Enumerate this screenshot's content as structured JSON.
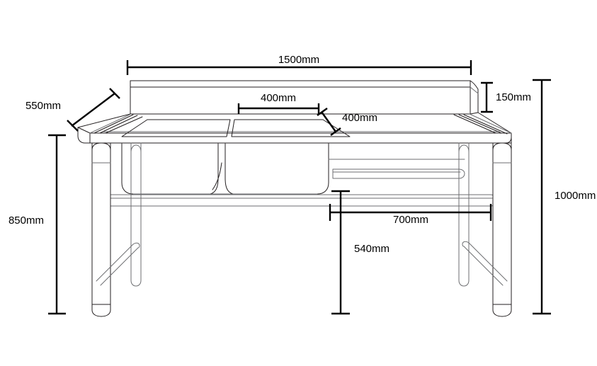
{
  "drawing": {
    "title": "Double bowl commercial sink bench dimension drawing",
    "units": "mm",
    "view": "front-perspective-technical-elevation",
    "background_color": "#ffffff",
    "line_color": "#231f20",
    "secondary_line_color": "#6d6e71",
    "dimension_color": "#000000"
  },
  "dimensions": {
    "overall_length": {
      "label": "1500mm",
      "value": 1500,
      "orientation": "horizontal",
      "position": "top"
    },
    "overall_depth": {
      "label": "550mm",
      "value": 550,
      "orientation": "diagonal",
      "position": "top-left"
    },
    "bowl_width": {
      "label": "400mm",
      "value": 400,
      "orientation": "horizontal",
      "position": "top-center"
    },
    "bowl_depth": {
      "label": "400mm",
      "value": 400,
      "orientation": "diagonal",
      "position": "center"
    },
    "splashback_height": {
      "label": "150mm",
      "value": 150,
      "orientation": "vertical",
      "position": "top-right"
    },
    "overall_height": {
      "label": "1000mm",
      "value": 1000,
      "orientation": "vertical",
      "position": "far-right"
    },
    "bench_height": {
      "label": "850mm",
      "value": 850,
      "orientation": "vertical",
      "position": "far-left"
    },
    "undershelf_span": {
      "label": "700mm",
      "value": 700,
      "orientation": "horizontal",
      "position": "lower-center"
    },
    "undershelf_height": {
      "label": "540mm",
      "value": 540,
      "orientation": "vertical",
      "position": "lower-center"
    }
  },
  "parts": {
    "splashback": "splashback",
    "bench_top": "bench-top",
    "left_bowl": "left-bowl",
    "right_bowl": "right-bowl",
    "bowl_divider": "bowl-divider",
    "front_rail": "front-rail",
    "under_shelf_rail": "under-shelf-rail",
    "legs": "legs",
    "cross_braces": "cross-braces",
    "adjustable_feet": "adjustable-feet"
  }
}
